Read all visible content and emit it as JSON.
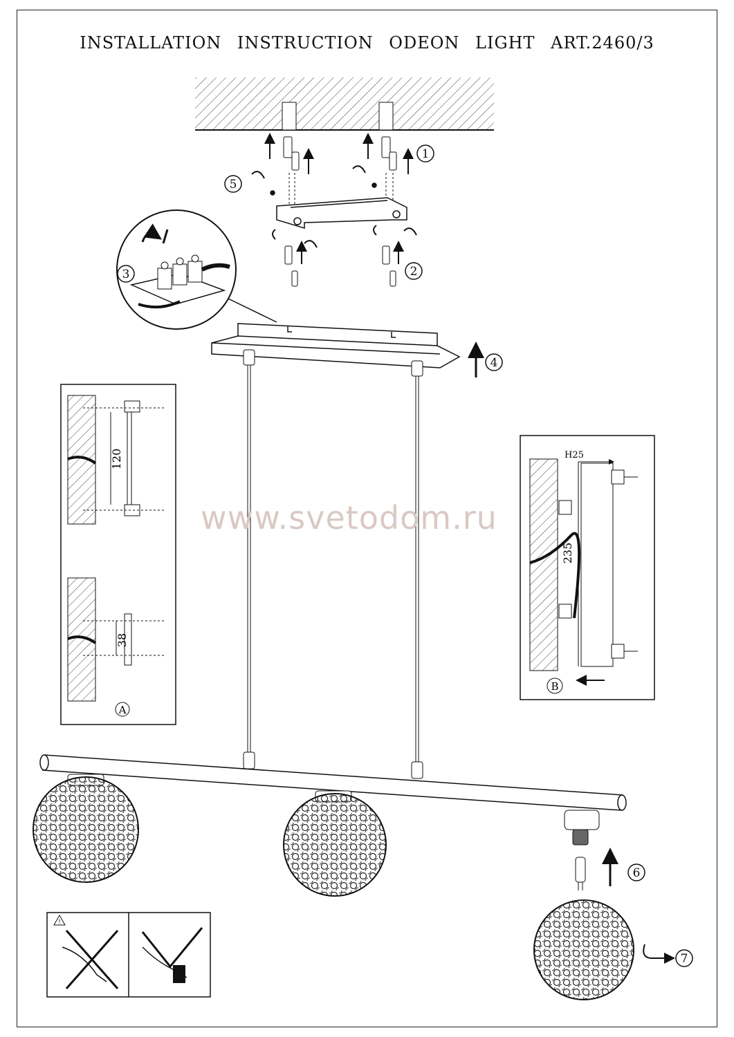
{
  "title": "INSTALLATION  INSTRUCTION  ODEON  LIGHT  ART.2460/3",
  "watermark": "www.svetodom.ru",
  "steps": [
    "1",
    "2",
    "3",
    "4",
    "5",
    "6",
    "7"
  ],
  "detail_a": {
    "label": "A",
    "spacing_top": "120",
    "spacing_bottom": "38"
  },
  "detail_b": {
    "label": "B",
    "offset": "H25",
    "spacing": "235"
  },
  "colors": {
    "line": "#111111",
    "hatch": "#444444",
    "watermark": "#d9c9c3"
  }
}
